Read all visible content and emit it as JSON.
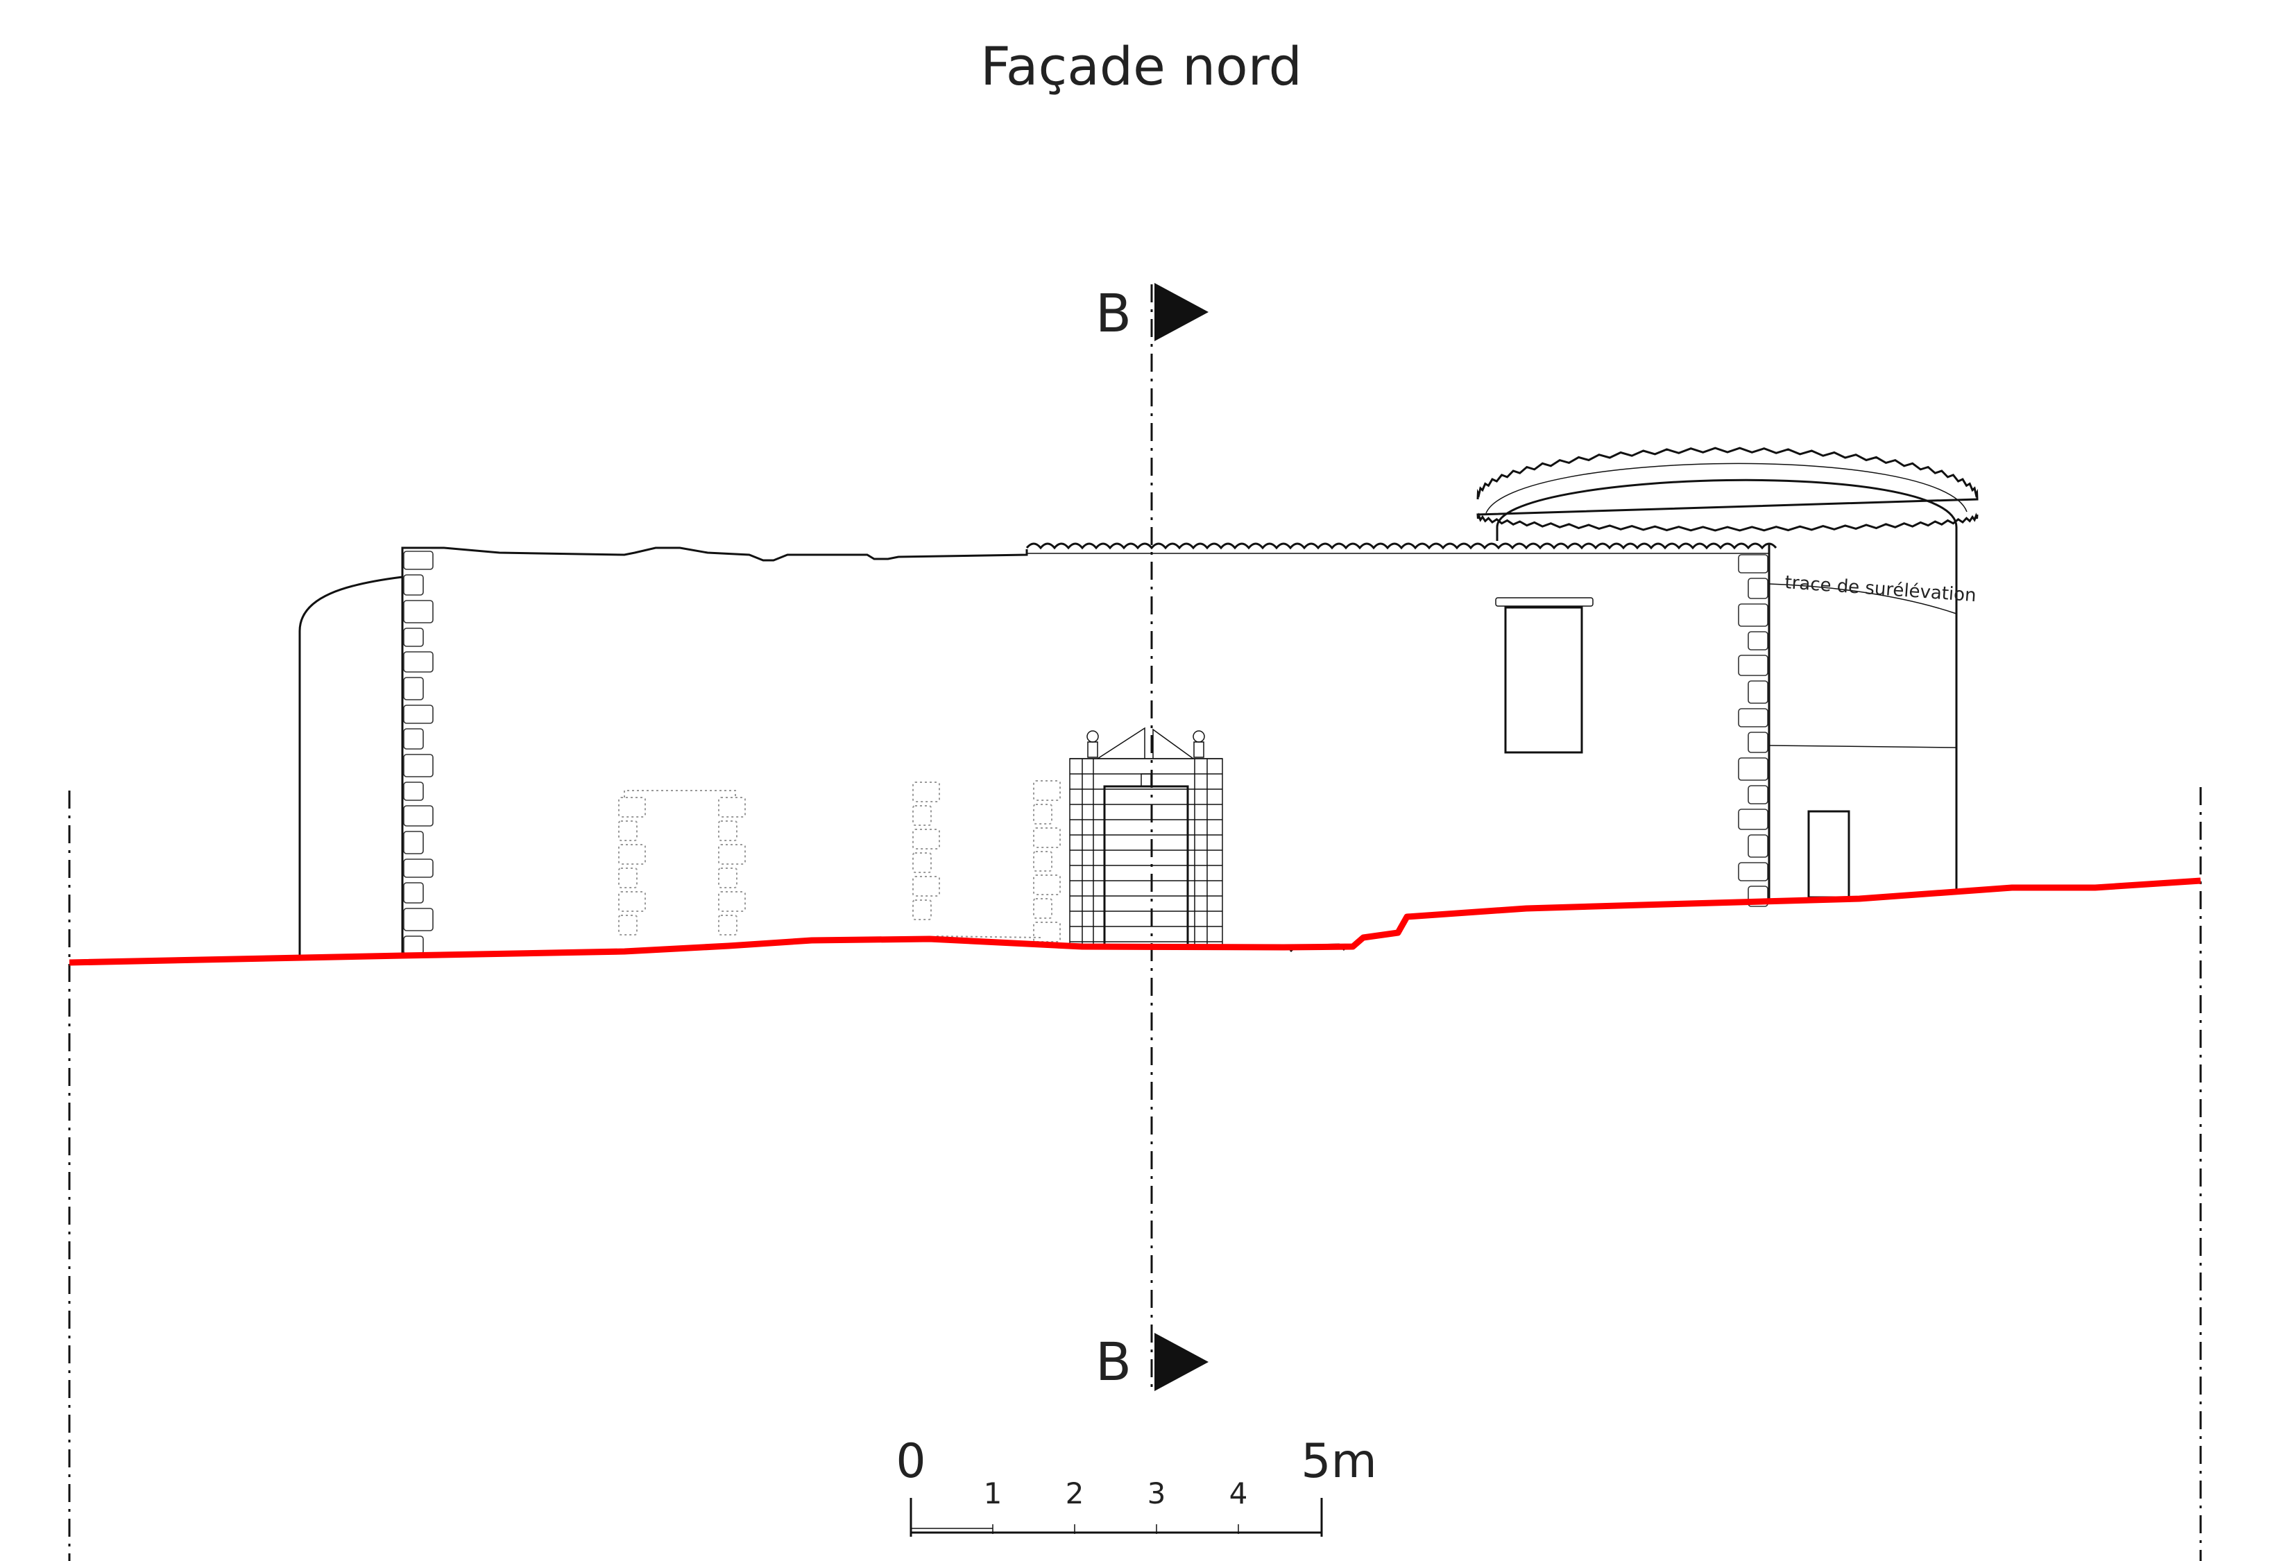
{
  "title": "Façade nord",
  "section_marker": {
    "top_label": "B",
    "bottom_label": "B"
  },
  "annotation": "trace de surélévation",
  "scale_bar": {
    "start_label": "0",
    "end_label": "5m",
    "ticks": [
      "1",
      "2",
      "3",
      "4"
    ]
  },
  "colors": {
    "ground_line": "#ff0000",
    "ink": "#111111",
    "hidden_lines": "#999999"
  }
}
